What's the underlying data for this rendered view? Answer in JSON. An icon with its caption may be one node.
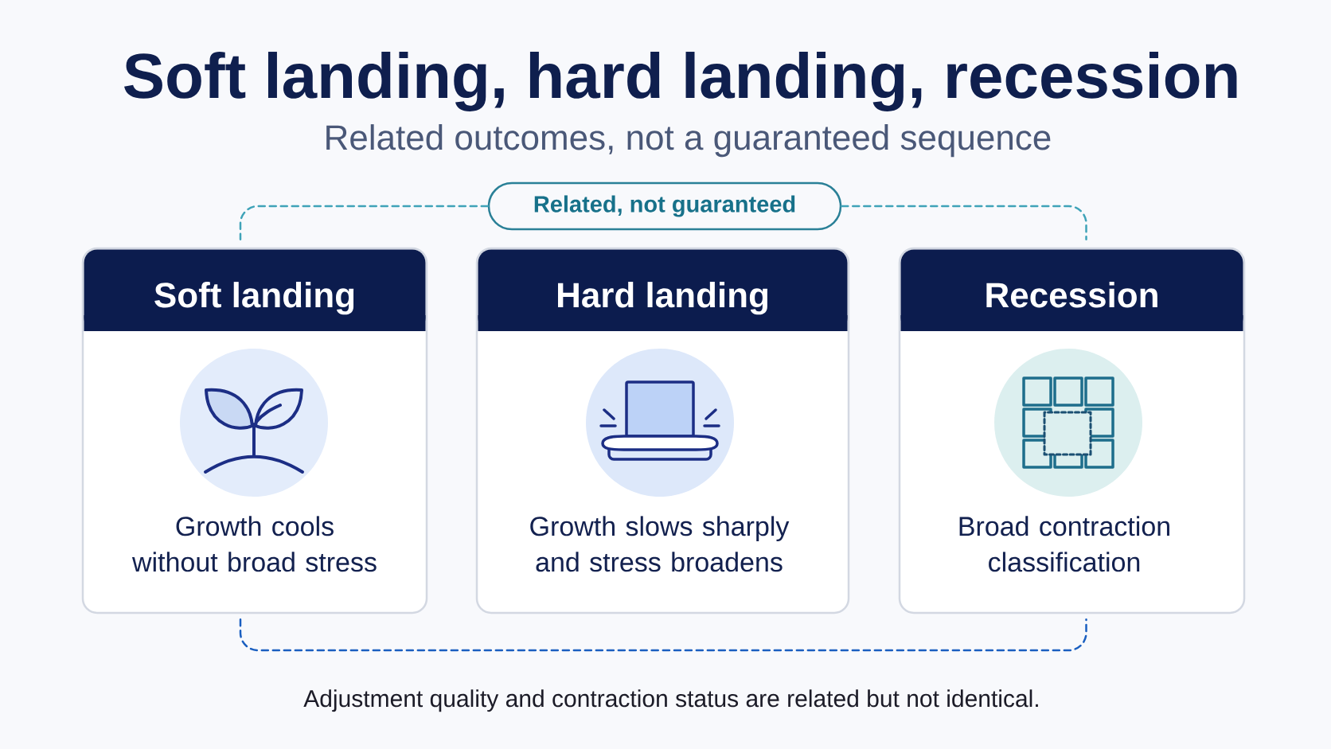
{
  "diagram": {
    "title": "Soft landing, hard landing, recession",
    "caption": "Adjustment quality and contraction status are related but not identical.",
    "nodes": [
      {
        "text": [
          "Related, not guaranteed"
        ]
      },
      {
        "text": [
          "Soft landing",
          "Growth cools without broad stress"
        ]
      },
      {
        "text": [
          "Hard landing",
          "Growth slows sharply and stress broadens"
        ]
      },
      {
        "text": [
          "Recession",
          "Broad contraction classification"
        ]
      }
    ],
    "edges": [
      {
        "from": 0,
        "to": 1,
        "arrow": "none",
        "style": "dashed"
      },
      {
        "from": 0,
        "to": 3,
        "arrow": "none",
        "style": "dashed"
      },
      {
        "from": 1,
        "to": 3,
        "arrow": "none",
        "style": "dashed",
        "color": "#1a5fc0"
      }
    ],
    "labels": [
      "Related outcomes, not a guaranteed sequence"
    ]
  }
}
